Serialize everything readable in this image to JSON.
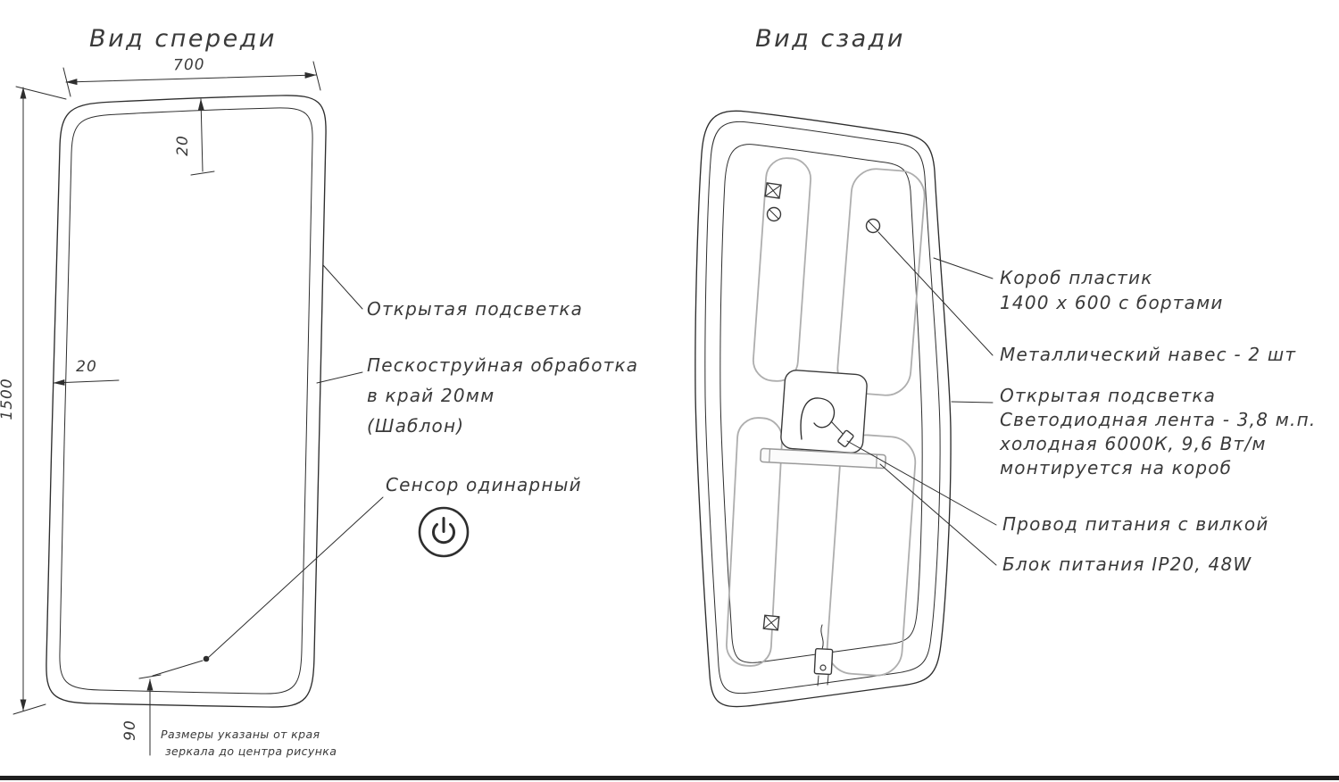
{
  "front": {
    "title": "Вид спереди",
    "dim_width": "700",
    "dim_top_offset": "20",
    "dim_height": "1500",
    "dim_side_offset": "20",
    "dim_sensor_offset": "90",
    "label_backlight": "Открытая подсветка",
    "label_sandblast_1": "Пескоструйная обработка",
    "label_sandblast_2": "в край 20мм",
    "label_sandblast_3": "(Шаблон)",
    "label_sensor": "Сенсор одинарный",
    "note_1": "Размеры указаны от края",
    "note_2": "зеркала до центра рисунка"
  },
  "back": {
    "title": "Вид сзади",
    "label_box_1": "Короб пластик",
    "label_box_2": "1400 х 600 с бортами",
    "label_hanger": "Металлический навес - 2 шт",
    "label_led_1": "Открытая подсветка",
    "label_led_2": "Светодиодная лента - 3,8 м.п.",
    "label_led_3": "холодная 6000К, 9,6 Вт/м",
    "label_led_4": "монтируется на короб",
    "label_cord": "Провод питания с вилкой",
    "label_psu": "Блок питания IP20, 48W"
  },
  "colors": {
    "line": "#2e2e2e",
    "text": "#3a3a3a",
    "led_strip": "#aeaeae"
  }
}
